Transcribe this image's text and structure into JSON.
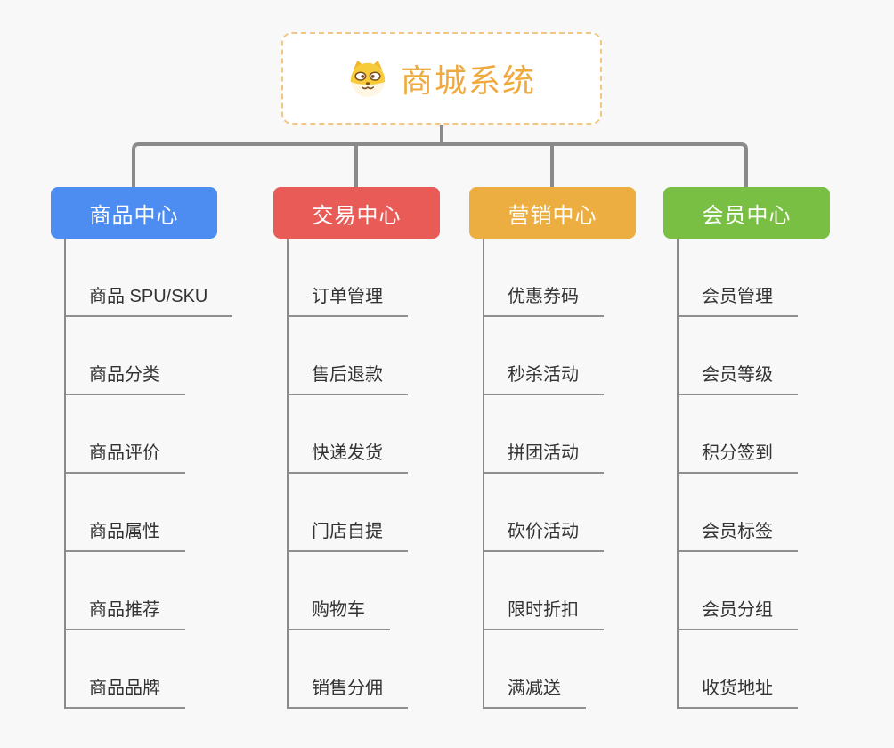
{
  "background_color": "#f8f8f8",
  "connector_color": "#8a8a8a",
  "root": {
    "label": "商城系统",
    "text_color": "#efa93e",
    "border_color": "#f3c683",
    "icon": "shiba-dog-icon"
  },
  "branches": [
    {
      "label": "商品中心",
      "color": "#4d8cf1",
      "items": [
        "商品 SPU/SKU",
        "商品分类",
        "商品评价",
        "商品属性",
        "商品推荐",
        "商品品牌"
      ]
    },
    {
      "label": "交易中心",
      "color": "#e85b56",
      "items": [
        "订单管理",
        "售后退款",
        "快递发货",
        "门店自提",
        "购物车",
        "销售分佣"
      ]
    },
    {
      "label": "营销中心",
      "color": "#edae41",
      "items": [
        "优惠券码",
        "秒杀活动",
        "拼团活动",
        "砍价活动",
        "限时折扣",
        "满减送"
      ]
    },
    {
      "label": "会员中心",
      "color": "#79bf43",
      "items": [
        "会员管理",
        "会员等级",
        "积分签到",
        "会员标签",
        "会员分组",
        "收货地址"
      ]
    }
  ]
}
